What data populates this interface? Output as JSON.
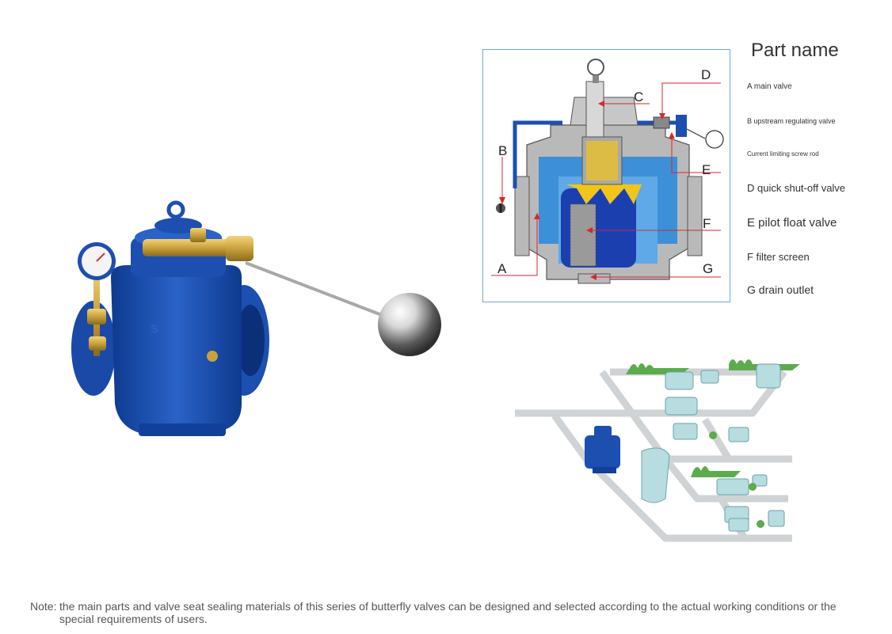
{
  "callouts": {
    "a": "A",
    "b": "B",
    "c": "C",
    "d": "D",
    "e": "E",
    "f": "F",
    "g": "G"
  },
  "parts": {
    "title": "Part name",
    "items": [
      "A main valve",
      "B upstream regulating valve",
      "Current limiting screw rod",
      "D quick shut-off valve",
      "E pilot float valve",
      "F filter screen",
      "G drain outlet"
    ]
  },
  "note": {
    "prefix": "Note:",
    "text": "the main parts and valve seat sealing materials of this series of butterfly valves can be designed and selected according to the actual working conditions or the special requirements of users."
  },
  "colors": {
    "valve_blue": "#1c4fb0",
    "brass": "#c9a23c",
    "section_blue": "#3d8fd8",
    "section_gray": "#b9b9b9",
    "arrow_red": "#d9262c",
    "network_pipe": "#cfd3d6",
    "network_grass": "#5dab4c"
  }
}
